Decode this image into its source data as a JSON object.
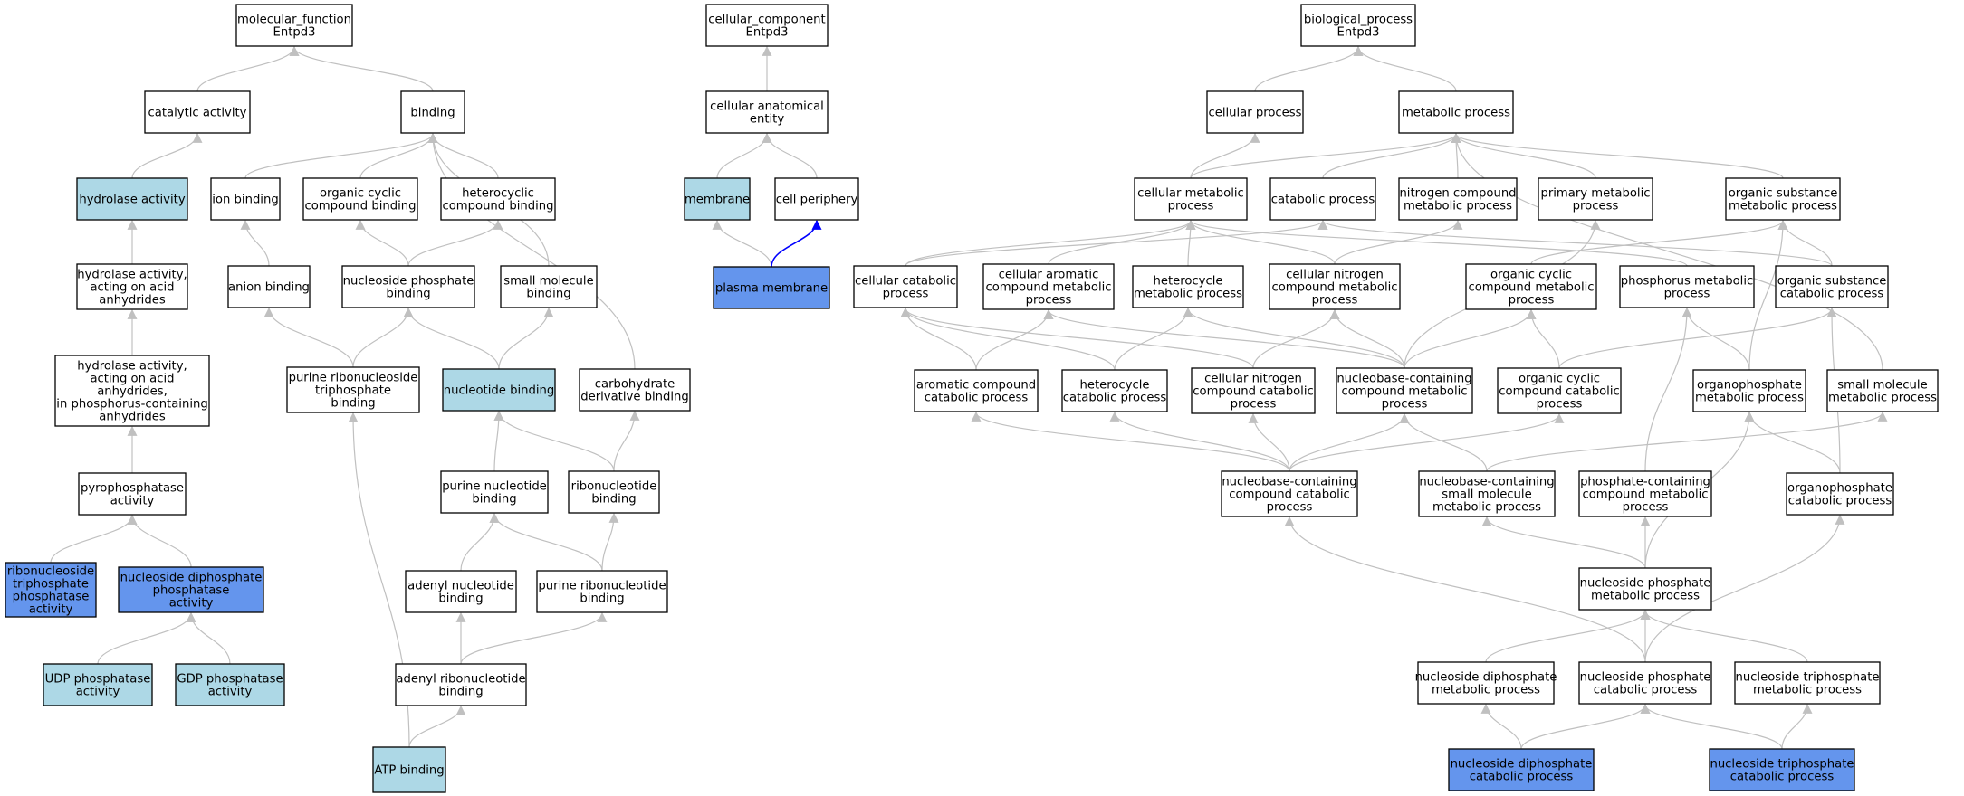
{
  "colors": {
    "plain": "#ffffff",
    "light": "#add8e6",
    "dark": "#6495ed",
    "edge": "#c0c0c0",
    "highlight_edge": "#0000ff"
  },
  "nodes": [
    {
      "id": "mf",
      "lines": [
        "molecular_function",
        "Entpd3"
      ],
      "fill": "plain"
    },
    {
      "id": "cat",
      "lines": [
        "catalytic activity"
      ],
      "fill": "plain"
    },
    {
      "id": "bind",
      "lines": [
        "binding"
      ],
      "fill": "plain"
    },
    {
      "id": "hyd",
      "lines": [
        "hydrolase activity"
      ],
      "fill": "light"
    },
    {
      "id": "ion",
      "lines": [
        "ion binding"
      ],
      "fill": "plain"
    },
    {
      "id": "occb",
      "lines": [
        "organic cyclic",
        "compound binding"
      ],
      "fill": "plain"
    },
    {
      "id": "hccb",
      "lines": [
        "heterocyclic",
        "compound binding"
      ],
      "fill": "plain"
    },
    {
      "id": "hyda",
      "lines": [
        "hydrolase activity,",
        "acting on acid",
        "anhydrides"
      ],
      "fill": "plain"
    },
    {
      "id": "anion",
      "lines": [
        "anion binding"
      ],
      "fill": "plain"
    },
    {
      "id": "nspb",
      "lines": [
        "nucleoside phosphate",
        "binding"
      ],
      "fill": "plain"
    },
    {
      "id": "smb",
      "lines": [
        "small molecule",
        "binding"
      ],
      "fill": "plain"
    },
    {
      "id": "hydp",
      "lines": [
        "hydrolase activity,",
        "acting on acid",
        "anhydrides,",
        "in phosphorus-containing",
        "anhydrides"
      ],
      "fill": "plain"
    },
    {
      "id": "prtb",
      "lines": [
        "purine ribonucleoside",
        "triphosphate",
        "binding"
      ],
      "fill": "plain"
    },
    {
      "id": "ntb",
      "lines": [
        "nucleotide binding"
      ],
      "fill": "light"
    },
    {
      "id": "cdb",
      "lines": [
        "carbohydrate",
        "derivative binding"
      ],
      "fill": "plain"
    },
    {
      "id": "ppase",
      "lines": [
        "pyrophosphatase",
        "activity"
      ],
      "fill": "plain"
    },
    {
      "id": "pnb",
      "lines": [
        "purine nucleotide",
        "binding"
      ],
      "fill": "plain"
    },
    {
      "id": "rnb",
      "lines": [
        "ribonucleotide",
        "binding"
      ],
      "fill": "plain"
    },
    {
      "id": "rntp",
      "lines": [
        "ribonucleoside",
        "triphosphate",
        "phosphatase",
        "activity"
      ],
      "fill": "dark"
    },
    {
      "id": "ndp",
      "lines": [
        "nucleoside diphosphate",
        "phosphatase",
        "activity"
      ],
      "fill": "dark"
    },
    {
      "id": "anb",
      "lines": [
        "adenyl nucleotide",
        "binding"
      ],
      "fill": "plain"
    },
    {
      "id": "prnb",
      "lines": [
        "purine ribonucleotide",
        "binding"
      ],
      "fill": "plain"
    },
    {
      "id": "udp",
      "lines": [
        "UDP phosphatase",
        "activity"
      ],
      "fill": "light"
    },
    {
      "id": "gdp",
      "lines": [
        "GDP phosphatase",
        "activity"
      ],
      "fill": "light"
    },
    {
      "id": "arnb",
      "lines": [
        "adenyl ribonucleotide",
        "binding"
      ],
      "fill": "plain"
    },
    {
      "id": "atp",
      "lines": [
        "ATP binding"
      ],
      "fill": "light"
    },
    {
      "id": "cc",
      "lines": [
        "cellular_component",
        "Entpd3"
      ],
      "fill": "plain"
    },
    {
      "id": "cae",
      "lines": [
        "cellular anatomical",
        "entity"
      ],
      "fill": "plain"
    },
    {
      "id": "mem",
      "lines": [
        "membrane"
      ],
      "fill": "light"
    },
    {
      "id": "cp",
      "lines": [
        "cell periphery"
      ],
      "fill": "plain"
    },
    {
      "id": "pm",
      "lines": [
        "plasma membrane"
      ],
      "fill": "dark"
    },
    {
      "id": "bp",
      "lines": [
        "biological_process",
        "Entpd3"
      ],
      "fill": "plain"
    },
    {
      "id": "cellp",
      "lines": [
        "cellular process"
      ],
      "fill": "plain"
    },
    {
      "id": "metp",
      "lines": [
        "metabolic process"
      ],
      "fill": "plain"
    },
    {
      "id": "cmp",
      "lines": [
        "cellular metabolic",
        "process"
      ],
      "fill": "plain"
    },
    {
      "id": "catp",
      "lines": [
        "catabolic process"
      ],
      "fill": "plain"
    },
    {
      "id": "ncmp",
      "lines": [
        "nitrogen compound",
        "metabolic process"
      ],
      "fill": "plain"
    },
    {
      "id": "pmp",
      "lines": [
        "primary metabolic",
        "process"
      ],
      "fill": "plain"
    },
    {
      "id": "osmp",
      "lines": [
        "organic substance",
        "metabolic process"
      ],
      "fill": "plain"
    },
    {
      "id": "ccp",
      "lines": [
        "cellular catabolic",
        "process"
      ],
      "fill": "plain"
    },
    {
      "id": "cacmp",
      "lines": [
        "cellular aromatic",
        "compound metabolic",
        "process"
      ],
      "fill": "plain"
    },
    {
      "id": "hmp",
      "lines": [
        "heterocycle",
        "metabolic process"
      ],
      "fill": "plain"
    },
    {
      "id": "cncmp",
      "lines": [
        "cellular nitrogen",
        "compound metabolic",
        "process"
      ],
      "fill": "plain"
    },
    {
      "id": "occmp",
      "lines": [
        "organic cyclic",
        "compound metabolic",
        "process"
      ],
      "fill": "plain"
    },
    {
      "id": "phmp",
      "lines": [
        "phosphorus metabolic",
        "process"
      ],
      "fill": "plain"
    },
    {
      "id": "oscp",
      "lines": [
        "organic substance",
        "catabolic process"
      ],
      "fill": "plain"
    },
    {
      "id": "accp",
      "lines": [
        "aromatic compound",
        "catabolic process"
      ],
      "fill": "plain"
    },
    {
      "id": "hcp",
      "lines": [
        "heterocycle",
        "catabolic process"
      ],
      "fill": "plain"
    },
    {
      "id": "cnccp",
      "lines": [
        "cellular nitrogen",
        "compound catabolic",
        "process"
      ],
      "fill": "plain"
    },
    {
      "id": "nbcmp",
      "lines": [
        "nucleobase-containing",
        "compound metabolic",
        "process"
      ],
      "fill": "plain"
    },
    {
      "id": "occcp",
      "lines": [
        "organic cyclic",
        "compound catabolic",
        "process"
      ],
      "fill": "plain"
    },
    {
      "id": "opmp",
      "lines": [
        "organophosphate",
        "metabolic process"
      ],
      "fill": "plain"
    },
    {
      "id": "smmp",
      "lines": [
        "small molecule",
        "metabolic process"
      ],
      "fill": "plain"
    },
    {
      "id": "nbccp",
      "lines": [
        "nucleobase-containing",
        "compound catabolic",
        "process"
      ],
      "fill": "plain"
    },
    {
      "id": "nbsmp",
      "lines": [
        "nucleobase-containing",
        "small molecule",
        "metabolic process"
      ],
      "fill": "plain"
    },
    {
      "id": "pccmp",
      "lines": [
        "phosphate-containing",
        "compound metabolic",
        "process"
      ],
      "fill": "plain"
    },
    {
      "id": "opcp",
      "lines": [
        "organophosphate",
        "catabolic process"
      ],
      "fill": "plain"
    },
    {
      "id": "nspmp",
      "lines": [
        "nucleoside phosphate",
        "metabolic process"
      ],
      "fill": "plain"
    },
    {
      "id": "ndpmp",
      "lines": [
        "nucleoside diphosphate",
        "metabolic process"
      ],
      "fill": "plain"
    },
    {
      "id": "nspcp",
      "lines": [
        "nucleoside phosphate",
        "catabolic process"
      ],
      "fill": "plain"
    },
    {
      "id": "ntpmp",
      "lines": [
        "nucleoside triphosphate",
        "metabolic process"
      ],
      "fill": "plain"
    },
    {
      "id": "ndpcp",
      "lines": [
        "nucleoside diphosphate",
        "catabolic process"
      ],
      "fill": "dark"
    },
    {
      "id": "ntpcp",
      "lines": [
        "nucleoside triphosphate",
        "catabolic process"
      ],
      "fill": "dark"
    }
  ],
  "edges": [
    [
      "cat",
      "mf"
    ],
    [
      "bind",
      "mf"
    ],
    [
      "hyd",
      "cat"
    ],
    [
      "hyda",
      "hyd"
    ],
    [
      "hydp",
      "hyda"
    ],
    [
      "ppase",
      "hydp"
    ],
    [
      "rntp",
      "ppase"
    ],
    [
      "ndp",
      "ppase"
    ],
    [
      "udp",
      "ndp"
    ],
    [
      "gdp",
      "ndp"
    ],
    [
      "ion",
      "bind"
    ],
    [
      "occb",
      "bind"
    ],
    [
      "hccb",
      "bind"
    ],
    [
      "smb",
      "bind"
    ],
    [
      "cdb",
      "bind"
    ],
    [
      "anion",
      "ion"
    ],
    [
      "nspb",
      "occb"
    ],
    [
      "nspb",
      "hccb"
    ],
    [
      "prtb",
      "anion"
    ],
    [
      "prtb",
      "nspb"
    ],
    [
      "ntb",
      "nspb"
    ],
    [
      "ntb",
      "smb"
    ],
    [
      "pnb",
      "ntb"
    ],
    [
      "rnb",
      "ntb"
    ],
    [
      "rnb",
      "cdb"
    ],
    [
      "anb",
      "pnb"
    ],
    [
      "prnb",
      "pnb"
    ],
    [
      "prnb",
      "rnb"
    ],
    [
      "arnb",
      "anb"
    ],
    [
      "arnb",
      "prnb"
    ],
    [
      "atp",
      "arnb"
    ],
    [
      "atp",
      "prtb"
    ],
    [
      "cae",
      "cc"
    ],
    [
      "mem",
      "cae"
    ],
    [
      "cp",
      "cae"
    ],
    [
      "pm",
      "mem"
    ],
    [
      "pm",
      "cp",
      "highlight"
    ],
    [
      "cellp",
      "bp"
    ],
    [
      "metp",
      "bp"
    ],
    [
      "cmp",
      "cellp"
    ],
    [
      "cmp",
      "metp"
    ],
    [
      "catp",
      "metp"
    ],
    [
      "ncmp",
      "metp"
    ],
    [
      "pmp",
      "metp"
    ],
    [
      "osmp",
      "metp"
    ],
    [
      "smmp",
      "metp"
    ],
    [
      "ccp",
      "cmp"
    ],
    [
      "ccp",
      "catp"
    ],
    [
      "cacmp",
      "cmp"
    ],
    [
      "hmp",
      "cmp"
    ],
    [
      "cncmp",
      "cmp"
    ],
    [
      "cncmp",
      "ncmp"
    ],
    [
      "occmp",
      "osmp"
    ],
    [
      "phmp",
      "cmp"
    ],
    [
      "oscp",
      "osmp"
    ],
    [
      "oscp",
      "catp"
    ],
    [
      "accp",
      "ccp"
    ],
    [
      "accp",
      "cacmp"
    ],
    [
      "hcp",
      "ccp"
    ],
    [
      "hcp",
      "hmp"
    ],
    [
      "cnccp",
      "ccp"
    ],
    [
      "cnccp",
      "cncmp"
    ],
    [
      "nbcmp",
      "cacmp"
    ],
    [
      "nbcmp",
      "hmp"
    ],
    [
      "nbcmp",
      "cncmp"
    ],
    [
      "nbcmp",
      "occmp"
    ],
    [
      "nbcmp",
      "pmp"
    ],
    [
      "occcp",
      "occmp"
    ],
    [
      "occcp",
      "oscp"
    ],
    [
      "opmp",
      "phmp"
    ],
    [
      "opmp",
      "osmp"
    ],
    [
      "nbccp",
      "accp"
    ],
    [
      "nbccp",
      "hcp"
    ],
    [
      "nbccp",
      "cnccp"
    ],
    [
      "nbccp",
      "nbcmp"
    ],
    [
      "nbccp",
      "occcp"
    ],
    [
      "nbsmp",
      "nbcmp"
    ],
    [
      "nbsmp",
      "smmp"
    ],
    [
      "pccmp",
      "phmp"
    ],
    [
      "opcp",
      "opmp"
    ],
    [
      "opcp",
      "oscp"
    ],
    [
      "nspmp",
      "nbsmp"
    ],
    [
      "nspmp",
      "pccmp"
    ],
    [
      "nspmp",
      "opmp"
    ],
    [
      "ndpmp",
      "nspmp"
    ],
    [
      "nspcp",
      "nspmp"
    ],
    [
      "nspcp",
      "nbccp"
    ],
    [
      "nspcp",
      "opcp"
    ],
    [
      "ntpmp",
      "nspmp"
    ],
    [
      "ndpcp",
      "ndpmp"
    ],
    [
      "ndpcp",
      "nspcp"
    ],
    [
      "ntpcp",
      "nspcp"
    ],
    [
      "ntpcp",
      "ntpmp"
    ]
  ]
}
